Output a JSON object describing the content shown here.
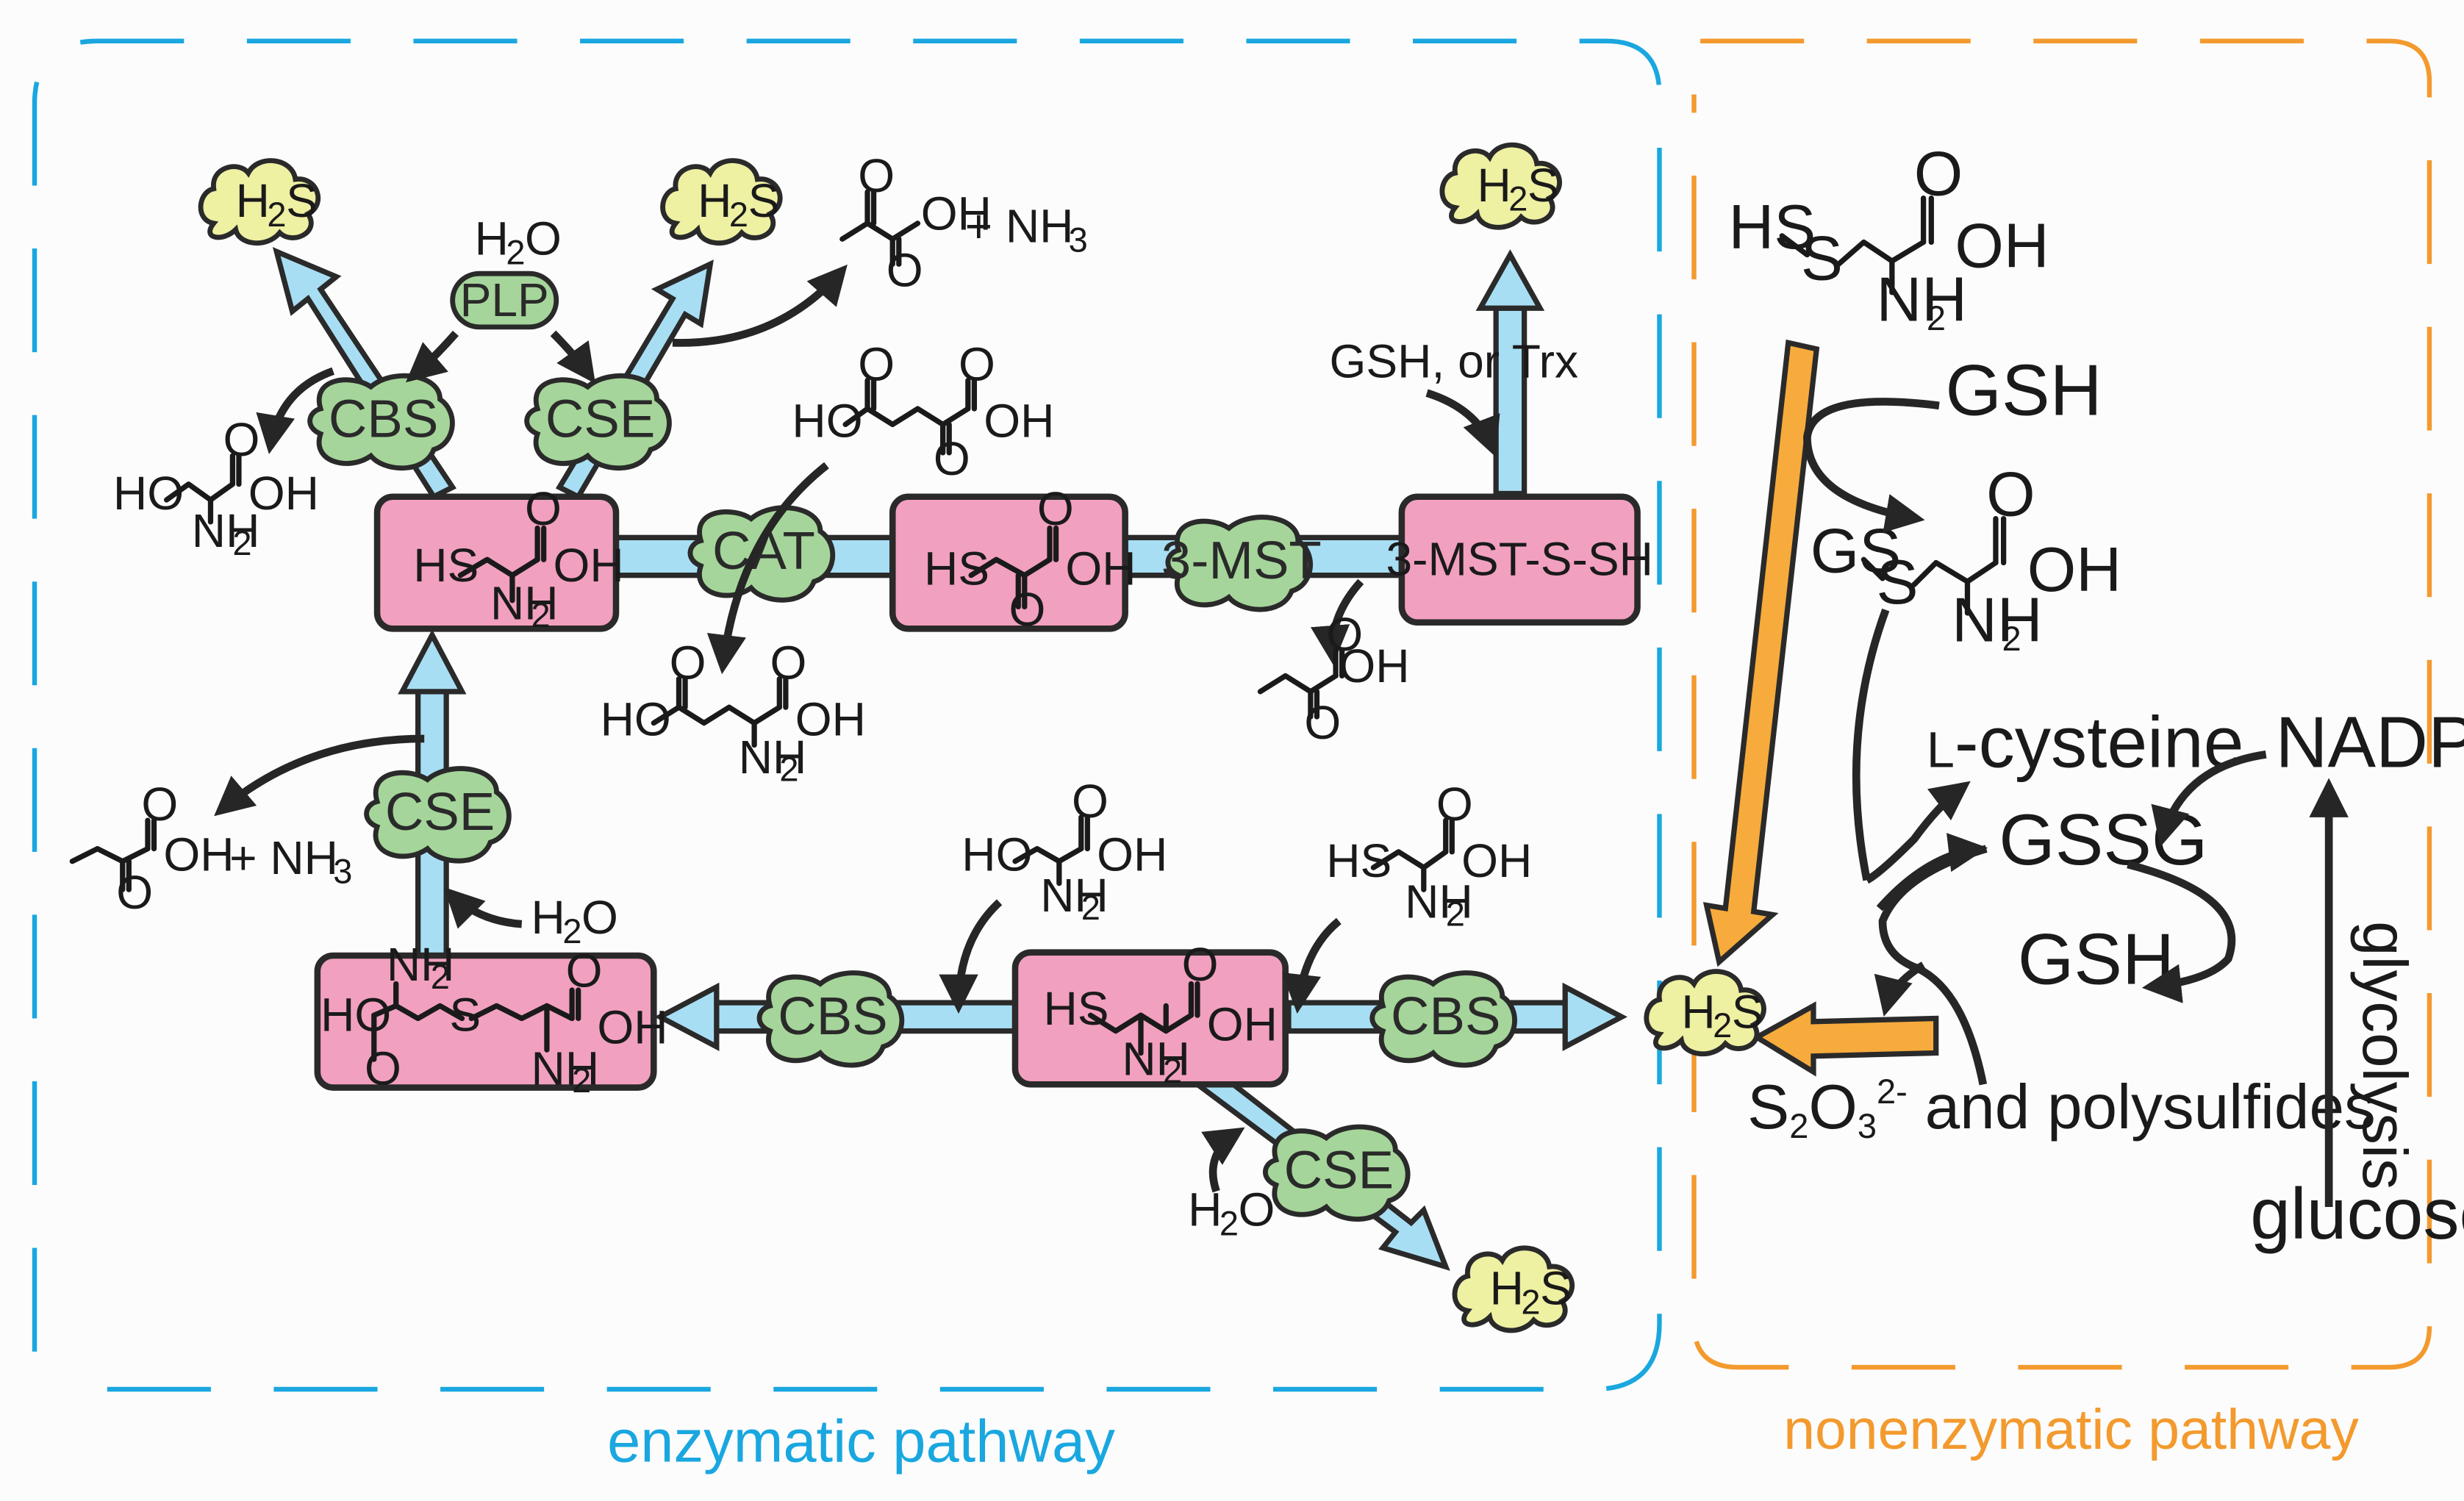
{
  "regions": {
    "enzymatic": {
      "label": "enzymatic pathway",
      "color": "#1aa7e0"
    },
    "nonenzymatic": {
      "label": "nonenzymatic pathway",
      "color": "#f39a2e"
    }
  },
  "enzymes": {
    "cbs_top": "CBS",
    "cse_top": "CSE",
    "cat": "CAT",
    "mst": "3-MST",
    "cse_left": "CSE",
    "cbs_bottom_left": "CBS",
    "cbs_bottom_right": "CBS",
    "cse_bottom": "CSE",
    "plp": "PLP"
  },
  "products": {
    "h2s": "H",
    "h2s_sub": "2",
    "h2s_end": "S"
  },
  "intermediate": {
    "mst_persulfide": "3-MST-S-SH"
  },
  "labels": {
    "h2o": "H",
    "h2o_sub": "2",
    "h2o_end": "O",
    "nh3_plus": "+ NH",
    "nh3_sub": "3",
    "gsh_or_trx": "GSH, or Trx",
    "oh": "OH",
    "ho": "HO",
    "hs": "HS",
    "gs": "GS",
    "s": "S",
    "o": "O",
    "nh2": "NH",
    "nh2_sub": "2"
  },
  "nonenzymatic": {
    "gsh_top": "GSH",
    "gsh_bottom": "GSH",
    "gssg": "GSSG",
    "l_cysteine_prefix": "L",
    "l_cysteine": "-cysteine",
    "nadph": "NADPH",
    "glycolysis": "glycolysis",
    "glucose": "glucose",
    "thiosulfate_s": "S",
    "thiosulfate_sub1": "2",
    "thiosulfate_o": "O",
    "thiosulfate_sub2": "3",
    "thiosulfate_charge": "2-",
    "thiosulfate_rest": " and polysulfides"
  }
}
